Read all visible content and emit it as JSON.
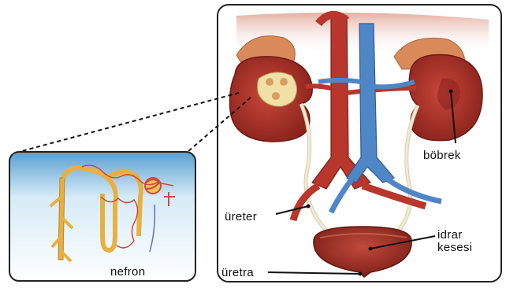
{
  "labels": {
    "bobrek": "böbrek",
    "ureter": "üreter",
    "idrar": "idrar",
    "kesesi": "kesesi",
    "uretra": "üretra",
    "nefron": "nefron"
  },
  "colors": {
    "kidney": "#a8322a",
    "kidney_dark": "#7a1d18",
    "aorta": "#b8362c",
    "vena_cava": "#4f86c6",
    "ureter": "#e8dcc0",
    "adrenal": "#d98a5a",
    "bladder": "#9a2a22",
    "nephron_tubule": "#e8b040",
    "nephron_capillary": "#d04a38",
    "frame": "#222222"
  }
}
